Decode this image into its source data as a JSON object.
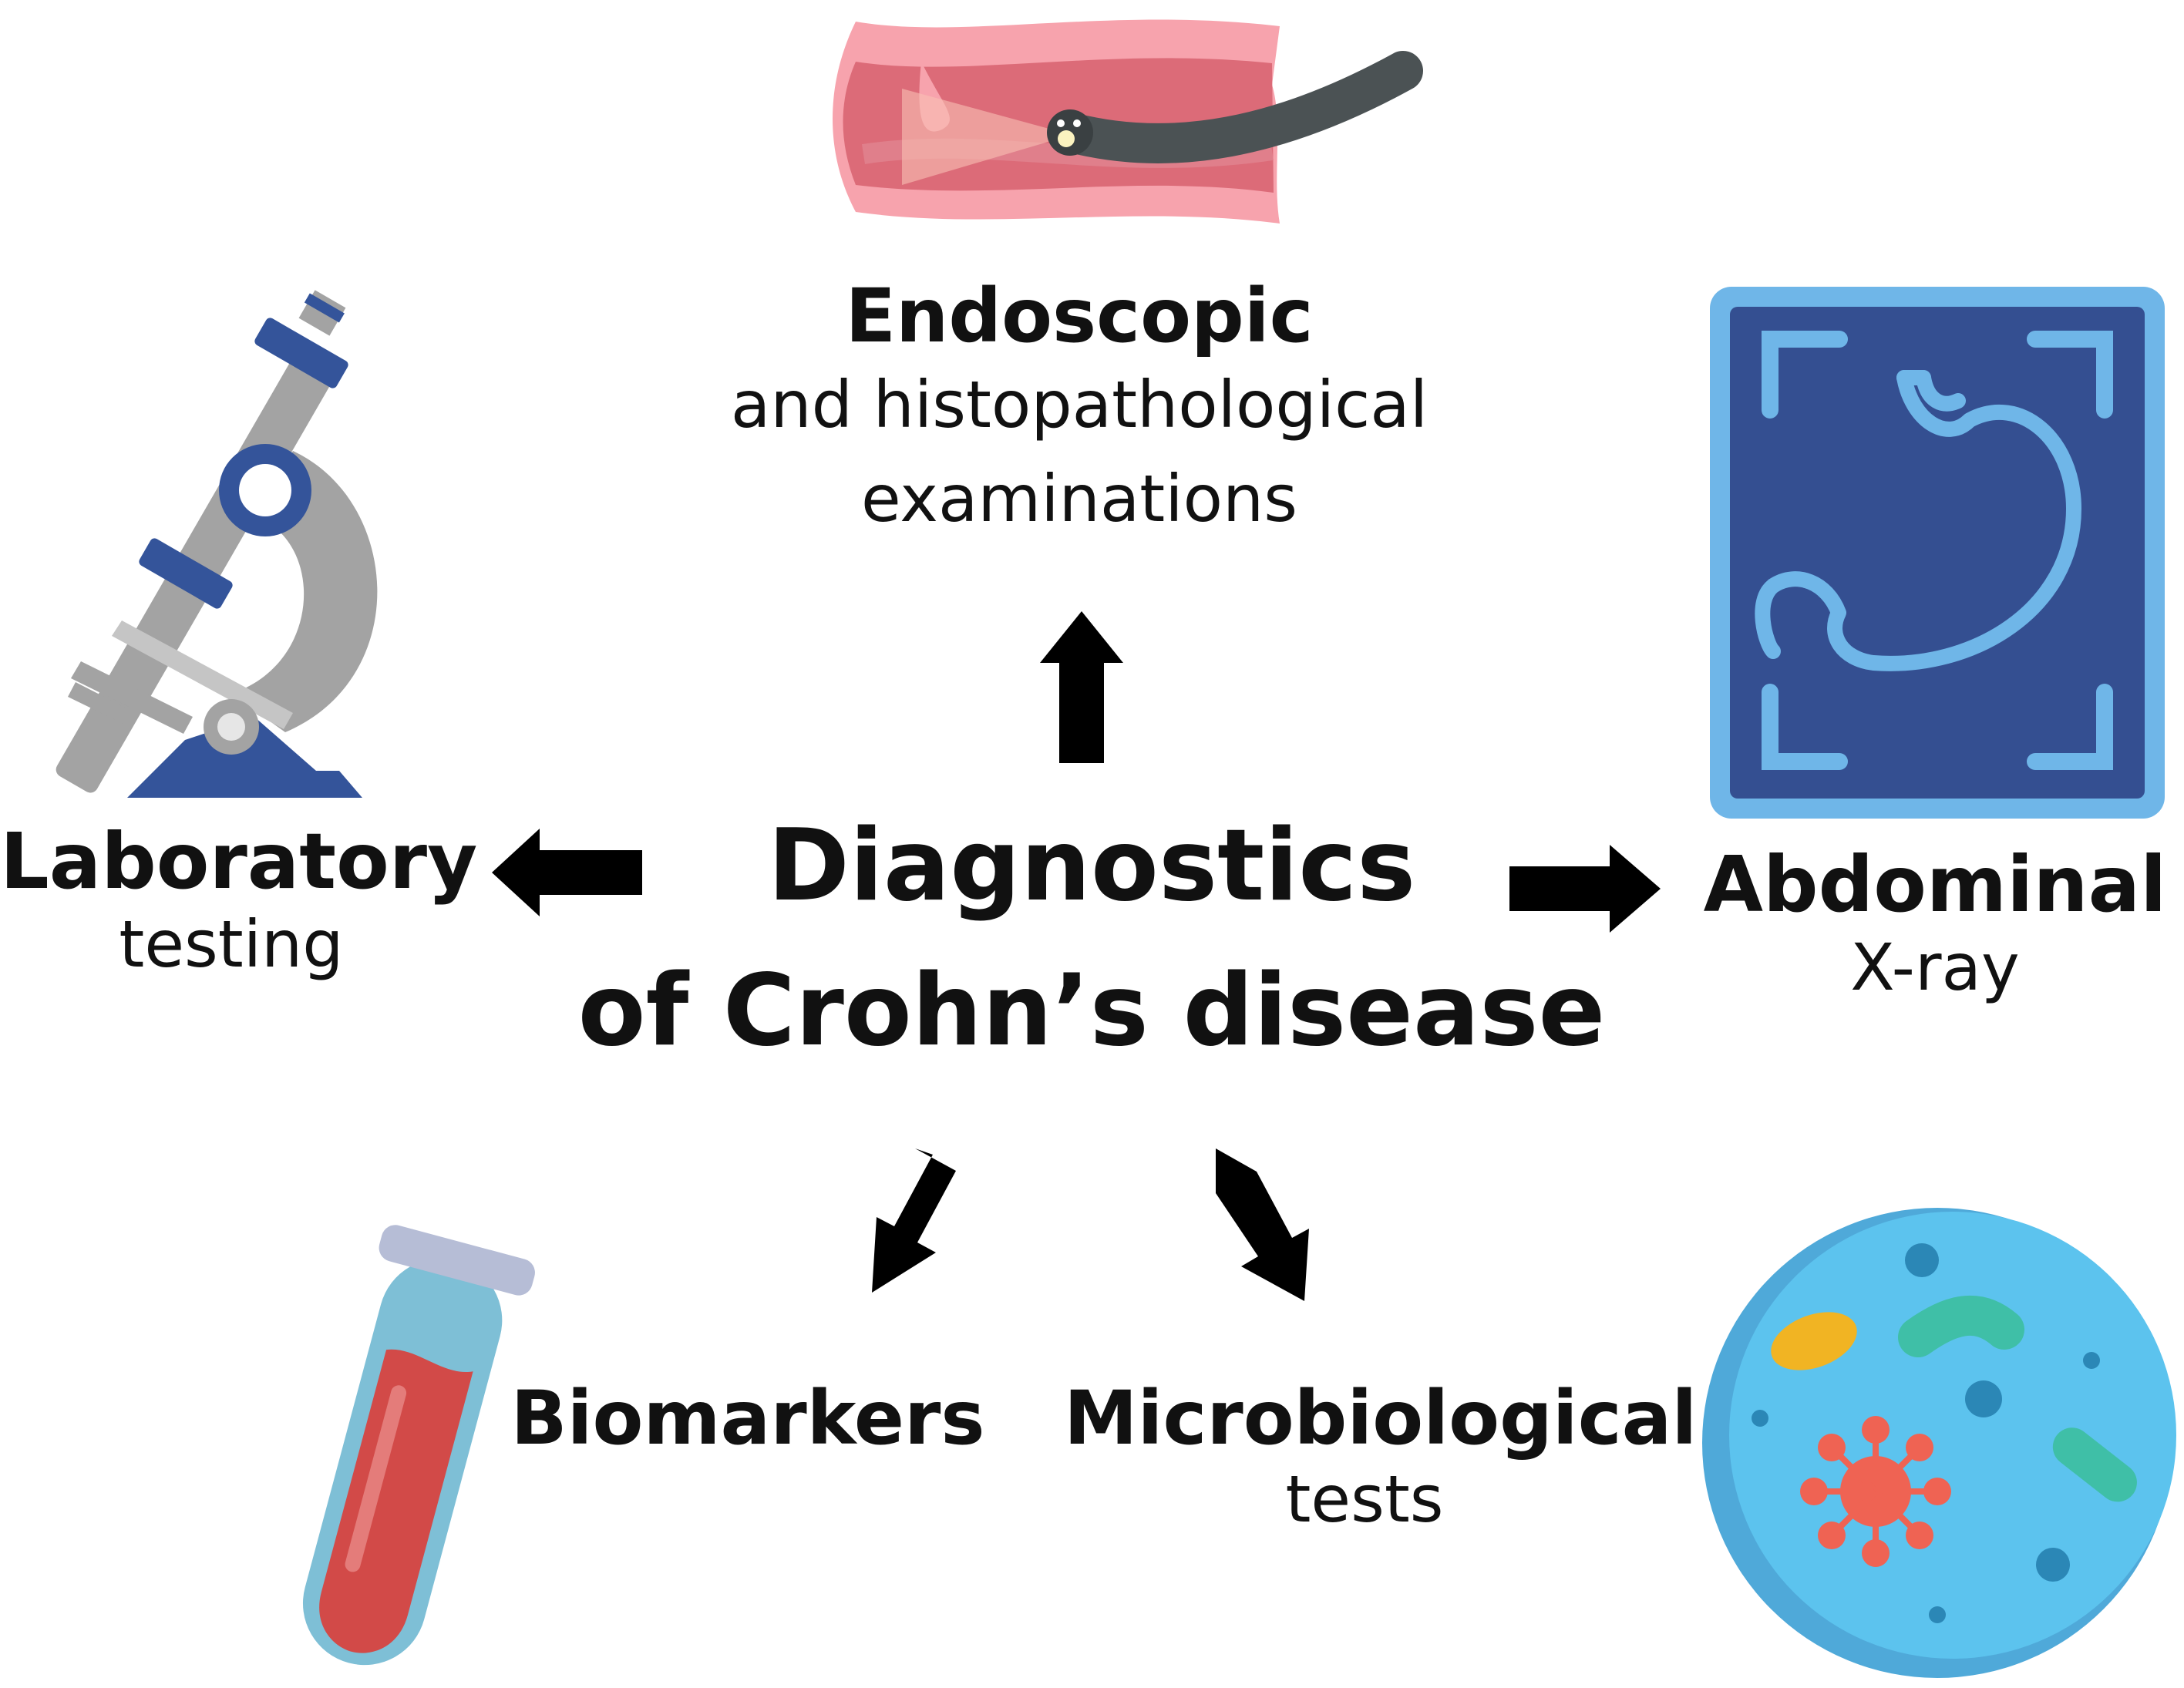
{
  "title": {
    "line1": "Diagnostics",
    "line2": "of Crohn’s disease"
  },
  "nodes": {
    "endoscopic": {
      "bold": "Endoscopic",
      "line1": "and histopathological",
      "line2": "examinations"
    },
    "laboratory": {
      "bold": "Laboratory",
      "line1": "testing"
    },
    "abdominal": {
      "bold": "Abdominal",
      "line1": "X-ray"
    },
    "biomarkers": {
      "bold": "Biomarkers"
    },
    "microbiological": {
      "bold": "Microbiological",
      "line1": "tests"
    }
  },
  "icons": {
    "endoscopic": "endoscope-in-intestine-icon",
    "laboratory": "microscope-icon",
    "abdominal": "stomach-xray-icon",
    "biomarkers": "blood-test-tube-icon",
    "microbiological": "petri-dish-microbes-icon"
  },
  "colors": {
    "text": "#111111",
    "arrow": "#000000",
    "intestine": "#dc6b78",
    "microscope_blue": "#34549a",
    "xray_frame": "#6fb6e8",
    "xray_bg": "#344f91",
    "blood": "#d24a48",
    "petri": "#5cc3ee"
  }
}
